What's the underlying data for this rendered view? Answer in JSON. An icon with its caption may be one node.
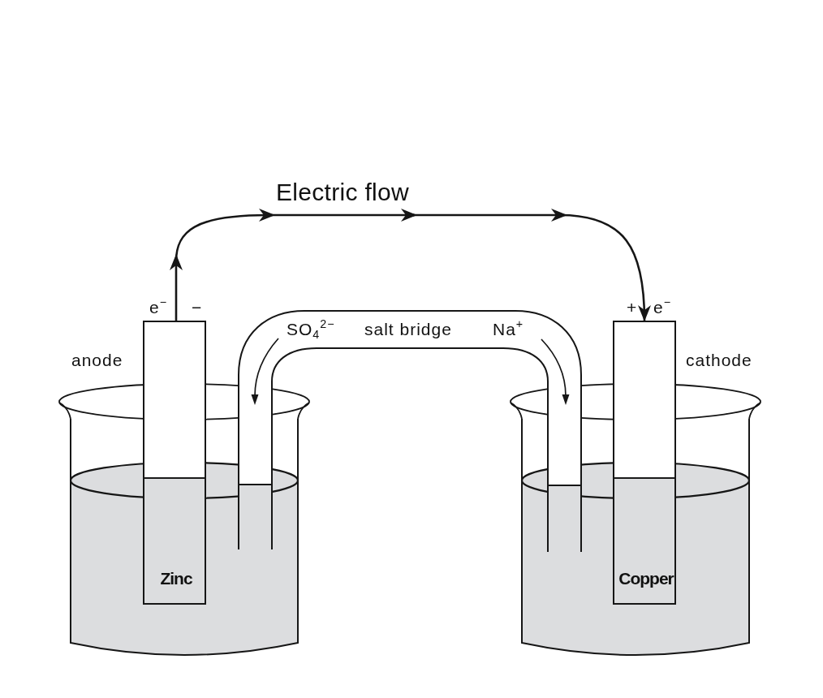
{
  "diagram": {
    "nodes": [
      {
        "text": [
          "Zinc"
        ],
        "beside": [
          "e$^{−}$",
          "−",
          "anode"
        ]
      },
      {
        "text": [
          "SO$_{4}$$^{2−}$",
          "salt bridge",
          "Na$^{+}$"
        ]
      },
      {
        "text": [
          "Copper"
        ],
        "beside": [
          "+",
          "e$^{−}$",
          "cathode"
        ]
      }
    ],
    "edges": [
      {
        "from": 0,
        "to": 2,
        "arrow": "to",
        "label": "Electric flow"
      }
    ]
  }
}
